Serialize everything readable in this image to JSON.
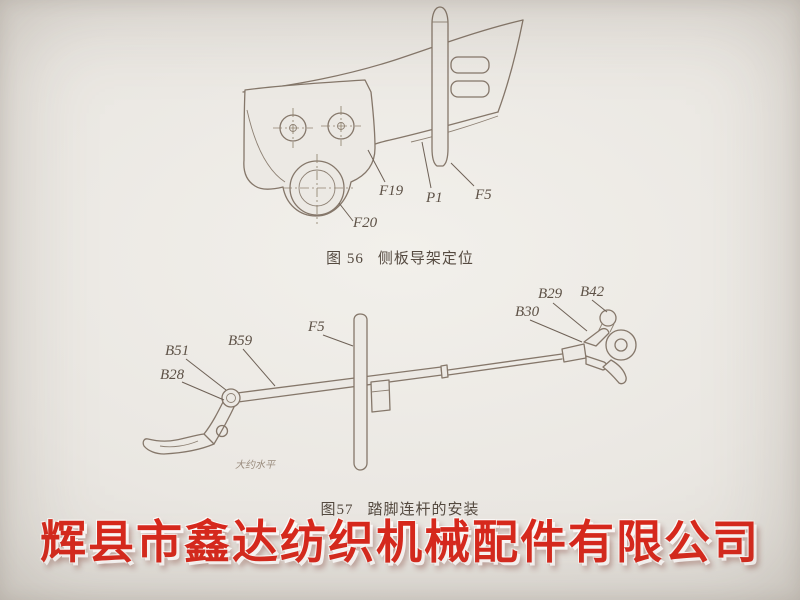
{
  "page": {
    "background": "#eae7e2",
    "line_color": "#85776a"
  },
  "figure56": {
    "number": "图 56",
    "title": "侧板导架定位",
    "labels": {
      "f19": "F19",
      "p1": "P1",
      "f5": "F5",
      "f20": "F20"
    }
  },
  "figure57": {
    "number": "图57",
    "title": "踏脚连杆的安装",
    "labels": {
      "b51": "B51",
      "b28": "B28",
      "b59": "B59",
      "f5": "F5",
      "b29": "B29",
      "b42": "B42",
      "b30": "B30",
      "note": "大约水平"
    }
  },
  "watermark": {
    "text": "辉县市鑫达纺织机械配件有限公司",
    "color": "#d8281c"
  }
}
